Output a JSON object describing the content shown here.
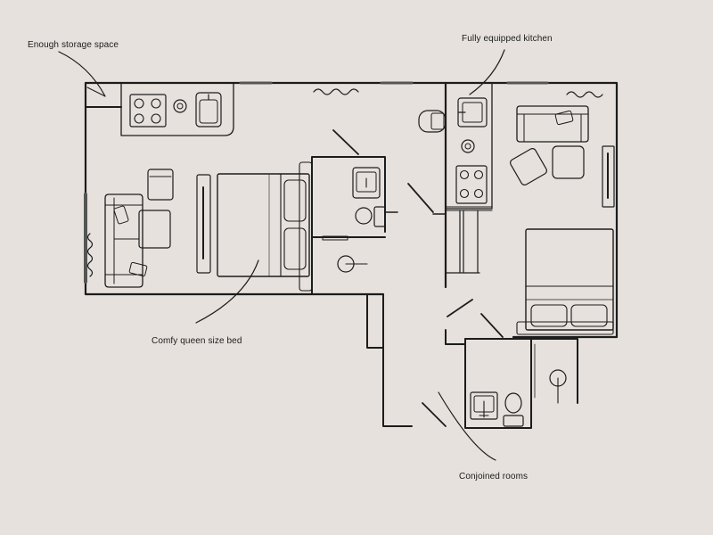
{
  "annotations": {
    "storage": "Enough storage space",
    "kitchen": "Fully equipped kitchen",
    "bed": "Comfy queen size bed",
    "conjoined": "Conjoined rooms"
  },
  "colors": {
    "background": "#e6e1dc",
    "line": "#1c1c1c",
    "fill": "#e6e1dc"
  }
}
